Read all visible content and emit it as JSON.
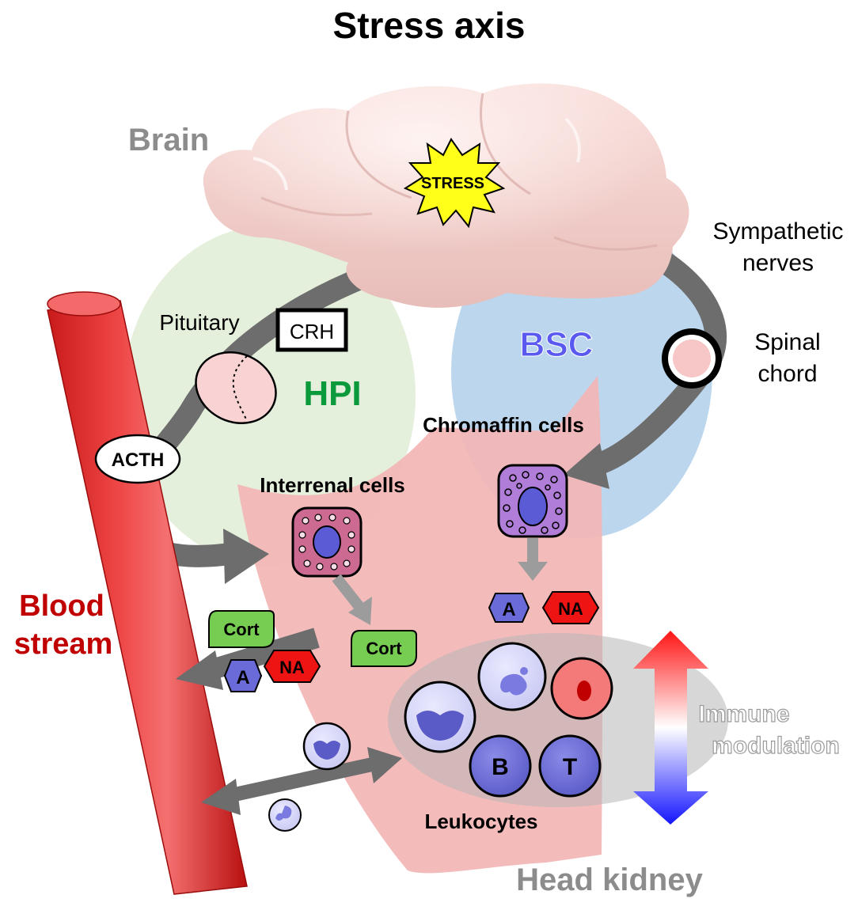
{
  "title": "Stress axis",
  "labels": {
    "brain": "Brain",
    "stress": "STRESS",
    "sympathetic_1": "Sympathetic",
    "sympathetic_2": "nerves",
    "spinal_1": "Spinal",
    "spinal_2": "chord",
    "bsc": "BSC",
    "hpi": "HPI",
    "pituitary": "Pituitary",
    "crh": "CRH",
    "acth": "ACTH",
    "chromaffin": "Chromaffin cells",
    "interrenal": "Interrenal cells",
    "blood_1": "Blood",
    "blood_2": "stream",
    "cort_blood": "Cort",
    "cort_kidney": "Cort",
    "a_blood": "A",
    "na_blood": "NA",
    "a_kidney": "A",
    "na_kidney": "NA",
    "b_cell": "B",
    "t_cell": "T",
    "leukocytes": "Leukocytes",
    "immune_1": "Immune",
    "immune_2": "modulation",
    "head_kidney": "Head kidney"
  },
  "colors": {
    "hpi": "#0a9a3c",
    "bsc": "#5a5af0",
    "blood": "#c00000",
    "hpi_zone": "#e4efdc",
    "bsc_zone": "#bcd6ee",
    "kidney": "#f3b5b5",
    "gray_label": "#8c8c8c"
  }
}
